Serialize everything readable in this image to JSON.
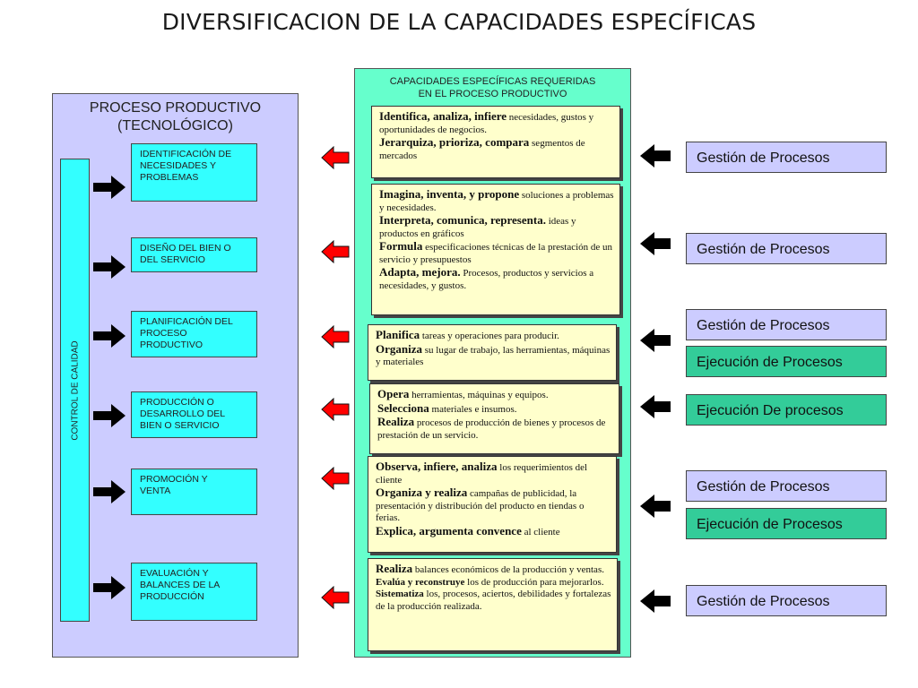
{
  "title": "DIVERSIFICACION DE LA CAPACIDADES ESPECÍFICAS",
  "colors": {
    "left_panel": "#ccccff",
    "step_boxes": "#33ffff",
    "center_panel": "#66ffcc",
    "capability_boxes": "#ffffcc",
    "inward_arrows": "#ff0000",
    "gestion_boxes": "#ccccff",
    "ejecucion_boxes": "#33cc99"
  },
  "left_panel": {
    "heading_line1": "PROCESO PRODUCTIVO",
    "heading_line2": "(TECNOLÓGICO)",
    "quality_control_label": "CONTROL DE CALIDAD",
    "steps": [
      {
        "line1": "IDENTIFICACIÓN  DE",
        "line2": "NECESIDADES Y",
        "line3": "PROBLEMAS"
      },
      {
        "line1": "DISEÑO DEL BIEN O",
        "line2": "DEL SERVICIO"
      },
      {
        "line1": "PLANIFICACIÓN DEL",
        "line2": "PROCESO",
        "line3": "PRODUCTIVO"
      },
      {
        "line1": "PRODUCCIÓN O",
        "line2": "DESARROLLO DEL",
        "line3": "BIEN O SERVICIO"
      },
      {
        "line1": "PROMOCIÓN Y",
        "line2": "VENTA"
      },
      {
        "line1": "EVALUACIÓN Y",
        "line2": "BALANCES DE LA",
        "line3": "PRODUCCIÓN"
      }
    ]
  },
  "center_panel": {
    "heading_line1": "CAPACIDADES ESPECÍFICAS REQUERIDAS",
    "heading_line2": "EN EL PROCESO PRODUCTIVO",
    "boxes": [
      {
        "items": [
          {
            "verbs": "Identifica, analiza, infiere",
            "text": " necesidades, gustos y oportunidades de negocios."
          },
          {
            "verbs": "Jerarquiza, prioriza, compara",
            "text": " segmentos de mercados"
          }
        ]
      },
      {
        "items": [
          {
            "verbs": "Imagina, inventa, y propone",
            "text": " soluciones a problemas y necesidades."
          },
          {
            "verbs": "Interpreta, comunica, representa.",
            "text": " ideas y productos  en gráficos"
          },
          {
            "verbs": "Formula",
            "text": " especificaciones técnicas de la prestación de un servicio y presupuestos"
          },
          {
            "verbs": "Adapta, mejora.",
            "text": " Procesos,  productos y servicios a necesidades, y gustos."
          }
        ]
      },
      {
        "items": [
          {
            "verbs": "Planifica",
            "text": "  tareas y operaciones  para producir."
          },
          {
            "verbs": "Organiza",
            "text": " su lugar de trabajo, las herramientas, máquinas y materiales"
          }
        ]
      },
      {
        "items": [
          {
            "verbs": "Opera",
            "text": " herramientas, máquinas y equipos."
          },
          {
            "verbs": "Selecciona",
            "text": " materiales e insumos."
          },
          {
            "verbs": "Realiza",
            "text": " procesos de producción de bienes y procesos de prestación de un servicio."
          }
        ]
      },
      {
        "items": [
          {
            "verbs": "Observa, infiere, analiza",
            "text": " los requerimientos del cliente"
          },
          {
            "verbs": "Organiza y realiza",
            "text": " campañas de publicidad, la presentación y distribución del producto en tiendas o ferias."
          },
          {
            "verbs": "Explica, argumenta  convence",
            "text": "  al cliente"
          }
        ]
      },
      {
        "items": [
          {
            "verbs": "Realiza",
            "text": " balances económicos de la producción y ventas."
          },
          {
            "verbs": "Evalúa y reconstruye",
            "text": "  los de producción para mejorarlos."
          },
          {
            "verbs": "Sistematiza",
            "text": " los, procesos, aciertos, debilidades y fortalezas de la producción realizada."
          }
        ]
      }
    ]
  },
  "right_boxes": [
    {
      "label": "Gestión de Procesos",
      "kind": "gestion"
    },
    {
      "label": "Gestión de Procesos",
      "kind": "gestion"
    },
    {
      "label": "Gestión de Procesos",
      "kind": "gestion"
    },
    {
      "label": "Ejecución de Procesos",
      "kind": "ejecucion"
    },
    {
      "label": "Ejecución De procesos",
      "kind": "ejecucion"
    },
    {
      "label": "Gestión de Procesos",
      "kind": "gestion"
    },
    {
      "label": "Ejecución de Procesos",
      "kind": "ejecucion"
    },
    {
      "label": "Gestión de Procesos",
      "kind": "gestion"
    }
  ]
}
